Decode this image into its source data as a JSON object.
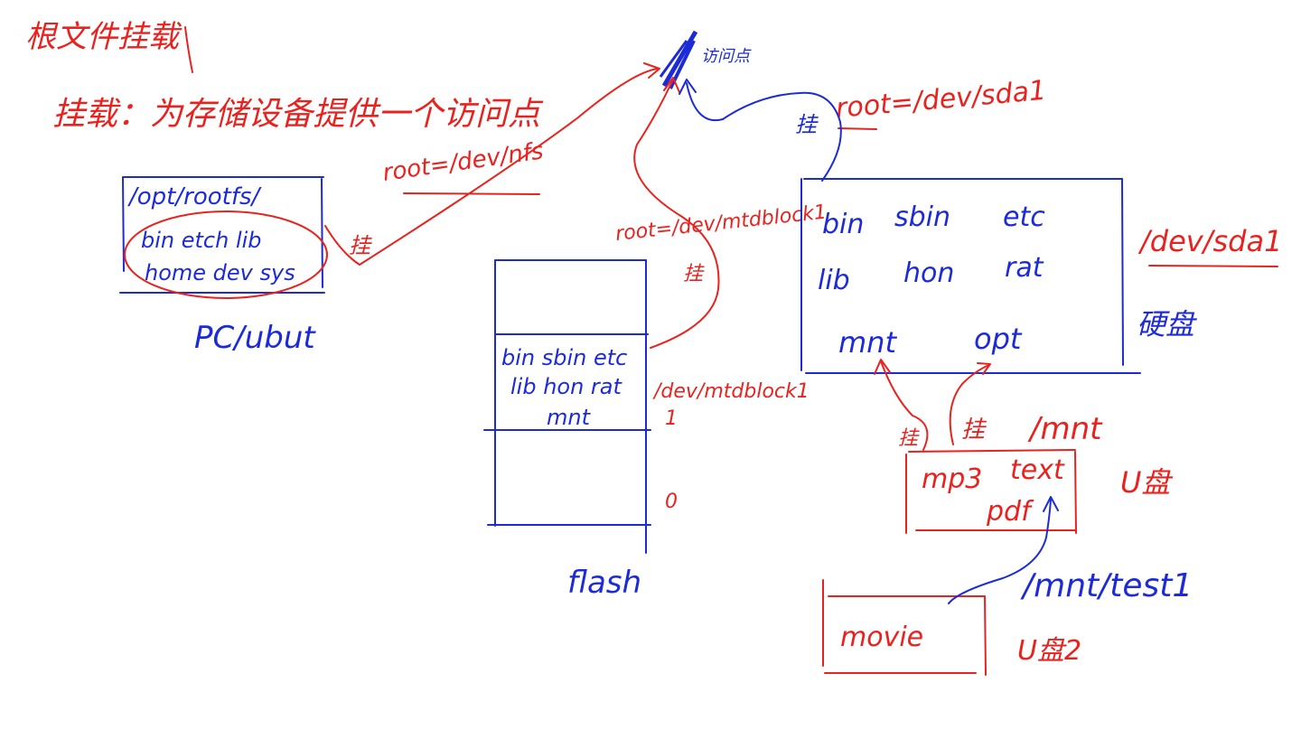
{
  "notes": {
    "title": "根文件挂载",
    "definition": "挂载：为存储设备提供一个访问点",
    "access_point": "访问点",
    "mount_char": "挂"
  },
  "pc_panel": {
    "path": "/opt/rootfs/",
    "line1": "bin etch lib",
    "line2": "home dev sys",
    "caption": "PC/ubut",
    "root_param": "root=/dev/nfs"
  },
  "flash_panel": {
    "line1": "bin sbin etc",
    "line2": "lib hon rat",
    "line3": "mnt",
    "device": "/dev/mtdblock1",
    "index1": "1",
    "index0": "0",
    "caption": "flash",
    "root_param": "root=/dev/mtdblock1"
  },
  "disk_panel": {
    "line1": [
      "bin",
      "sbin",
      "etc"
    ],
    "line2": [
      "lib",
      "hon",
      "rat"
    ],
    "line3": [
      "mnt",
      "opt"
    ],
    "device": "/dev/sda1",
    "caption": "硬盘",
    "root_param": "root=/dev/sda1"
  },
  "usb_panel": {
    "files": [
      "mp3",
      "text",
      "pdf"
    ],
    "mount_point": "/mnt",
    "caption": "U盘"
  },
  "usb2_panel": {
    "content": "movie",
    "mount_point": "/mnt/test1",
    "caption": "U盘2"
  },
  "colors": {
    "red_ink": "#e8231f",
    "blue_ink": "#1d2bd6",
    "paper": "#ffffff"
  }
}
